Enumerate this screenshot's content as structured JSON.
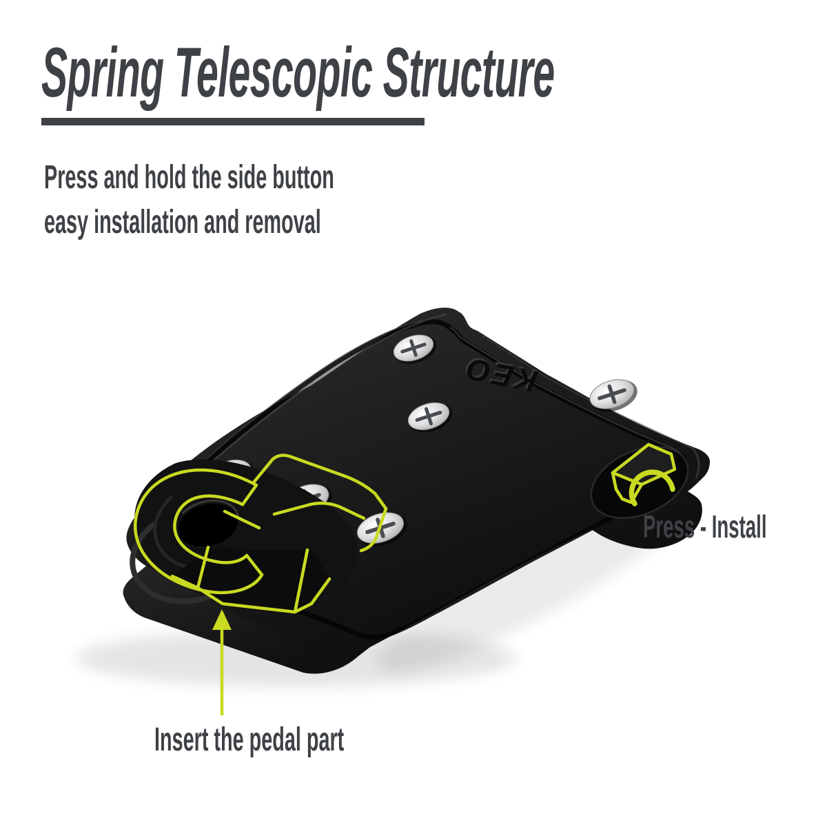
{
  "page": {
    "background": "#ffffff"
  },
  "header": {
    "title": "Spring Telescopic Structure",
    "underline_color": "#3e4145"
  },
  "description": {
    "line1": "Press and hold the side button",
    "line2": "easy installation and removal"
  },
  "product": {
    "brand_text": "KEO",
    "screw_count": 6,
    "body_color": "#1b1b1c",
    "base_color": "#1c1c1c"
  },
  "annotations": {
    "press_install_label": "Press - Install",
    "insert_pedal_label": "Insert the pedal part",
    "highlight_color": "#c9da21",
    "text_color": "#3e4145"
  }
}
